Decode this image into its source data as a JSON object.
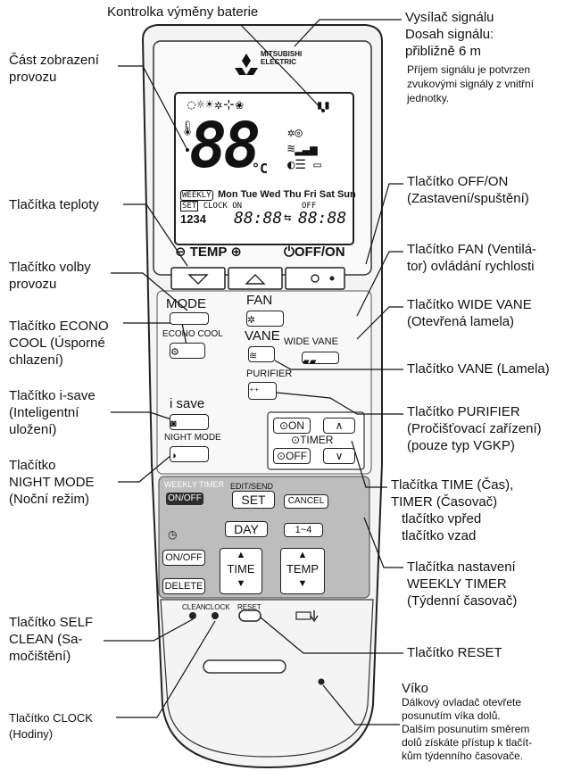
{
  "labels": {
    "battery_indicator": "Kontrolka výměny baterie",
    "display_part": [
      "Část zobrazení",
      "provozu"
    ],
    "transmitter": [
      "Vysílač signálu",
      "Dosah signálu:",
      "přibližně 6 m"
    ],
    "transmitter_note": [
      "Příjem signálu je potvrzen",
      "zvukovými signály z vnitřní",
      "jednotky."
    ],
    "temp_buttons": "Tlačítka teploty",
    "mode_button": [
      "Tlačítko volby",
      "provozu"
    ],
    "econo_button": [
      "Tlačítko ECONO",
      "COOL (Úsporné",
      "chlazení)"
    ],
    "isave_button": [
      "Tlačítko i-save",
      "(Inteligentní",
      "uložení)"
    ],
    "night_button": [
      "Tlačítko",
      "NIGHT MODE",
      "(Noční režim)"
    ],
    "self_clean_button": [
      "Tlačítko SELF",
      "CLEAN (Sa-",
      "močištění)"
    ],
    "clock_button": [
      "Tlačítko CLOCK",
      "(Hodiny)"
    ],
    "offon_button": [
      "Tlačítko OFF/ON",
      "(Zastavení/spuštění)"
    ],
    "fan_button": [
      "Tlačítko FAN (Ventilá-",
      "tor) ovládání rychlosti"
    ],
    "wide_vane_button": [
      "Tlačítko WIDE VANE",
      "(Otevřená lamela)"
    ],
    "vane_button": "Tlačítko VANE (Lamela)",
    "purifier_button": [
      "Tlačítko PURIFIER",
      "(Pročišťovací zařízení)",
      "(pouze typ VGKP)"
    ],
    "time_timer_buttons": [
      "Tlačítka TIME (Čas),",
      "TIMER (Časovač)",
      "tlačítko vpřed",
      "tlačítko vzad"
    ],
    "weekly_buttons": [
      "Tlačítka nastavení",
      "WEEKLY TIMER",
      "(Týdenní časovač)"
    ],
    "reset_button": "Tlačítko RESET",
    "lid": "Víko",
    "lid_note": [
      "Dálkový ovladač otevřete",
      "posunutím víka dolů.",
      "Dalším posunutím směrem",
      "dolů získáte přístup k tlačít-",
      "kům týdenního časovače."
    ]
  },
  "remote": {
    "brand": [
      "MITSUBISHI",
      "ELECTRIC"
    ],
    "lcd": {
      "temp": "88",
      "unit": "°C",
      "weekly": "WEEKLY",
      "days": "Mon Tue Wed Thu Fri Sat Sun",
      "set": "SET",
      "clock_on": "CLOCK ON",
      "off": "OFF",
      "digits": "1234",
      "time1": "88:88",
      "time2": "88:88",
      "arrow": "⇆"
    },
    "buttons": {
      "temp": "TEMP",
      "offon": "OFF/ON",
      "mode": "MODE",
      "econo_cool": "ECONO COOL",
      "fan": "FAN",
      "vane": "VANE",
      "wide_vane": "WIDE VANE",
      "purifier": "PURIFIER",
      "isave": "i save",
      "night_mode": "NIGHT MODE",
      "on": "ON",
      "off": "OFF",
      "timer": "TIMER",
      "weekly_timer": "WEEKLY TIMER",
      "onoff": "ON/OFF",
      "edit_send": "EDIT/SEND",
      "set": "SET",
      "cancel": "CANCEL",
      "day": "DAY",
      "range": "1~4",
      "onoff2": "ON/OFF",
      "delete": "DELETE",
      "time": "TIME",
      "temp2": "TEMP",
      "clean": "CLEAN",
      "clock": "CLOCK",
      "reset": "RESET"
    }
  }
}
